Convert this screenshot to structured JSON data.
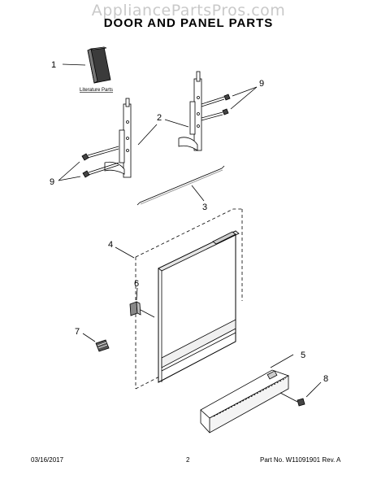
{
  "watermark": "AppliancePartsPros.com",
  "title": "DOOR AND PANEL PARTS",
  "literature_label": "Literature Parts",
  "callouts": {
    "c1": "1",
    "c2": "2",
    "c3": "3",
    "c4": "4",
    "c5": "5",
    "c6": "6",
    "c7": "7",
    "c8": "8",
    "c9a": "9",
    "c9b": "9"
  },
  "footer": {
    "date": "03/16/2017",
    "page": "2",
    "part": "Part No. W11091901  Rev. A"
  }
}
